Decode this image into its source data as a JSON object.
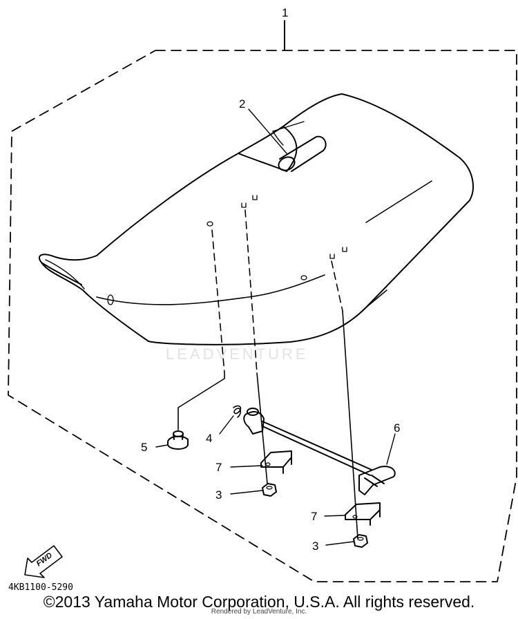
{
  "callouts": {
    "c1": "1",
    "c2": "2",
    "c3a": "3",
    "c3b": "3",
    "c4": "4",
    "c5": "5",
    "c6": "6",
    "c7a": "7",
    "c7b": "7"
  },
  "part_code": "4KB1100-5290",
  "fwd_label": "FWD",
  "watermark": "LEADVENTURE",
  "footer": {
    "copyright": "©2013 Yamaha Motor Corporation, U.S.A. All rights reserved.",
    "rendered_by": "Rendered by LeadVenture, Inc."
  }
}
